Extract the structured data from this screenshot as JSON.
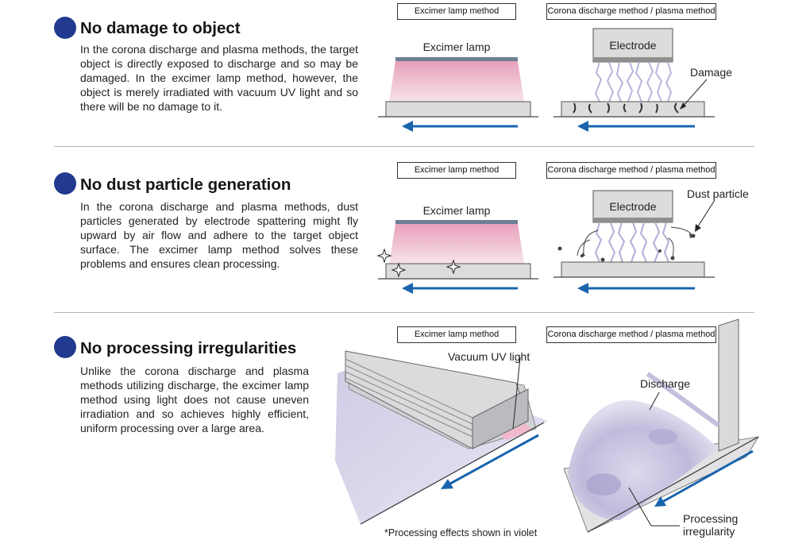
{
  "method_labels": {
    "excimer": "Excimer lamp method",
    "corona": "Corona discharge method / plasma method"
  },
  "sections": [
    {
      "title": "No damage to object",
      "body": "In the corona discharge and plasma methods, the target object is directly exposed to discharge and so may be damaged. In the excimer lamp method, however, the object is merely irradiated with vacuum UV light and so there will be no damage to it.",
      "lamp_label": "Excimer lamp",
      "electrode_label": "Electrode",
      "callout": "Damage"
    },
    {
      "title": "No dust particle generation",
      "body": "In the corona discharge and plasma methods, dust particles generated by electrode spattering might fly upward by air flow and adhere to the target object surface. The excimer lamp method solves these problems and ensures clean processing.",
      "lamp_label": "Excimer lamp",
      "electrode_label": "Electrode",
      "callout": "Dust particle"
    },
    {
      "title": "No processing irregularities",
      "body": "Unlike the corona discharge and plasma methods utilizing discharge, the excimer lamp method using light does not cause uneven irradiation and so achieves highly efficient, uniform processing over a large area.",
      "uv_label": "Vacuum UV light",
      "discharge_label": "Discharge",
      "irregularity_label_1": "Processing",
      "irregularity_label_2": "irregularity"
    }
  ],
  "footnote": "*Processing effects shown in violet",
  "colors": {
    "bullet": "#213a8f",
    "arrow": "#1a64ae",
    "uv_glow": "#e9a4bf",
    "process_violet": "#b9b5d9",
    "plate": "#d8d9db"
  }
}
